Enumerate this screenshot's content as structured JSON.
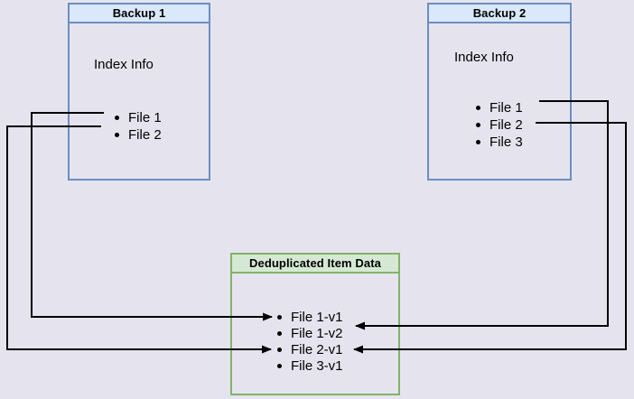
{
  "colors": {
    "bg": "#e5e4ee",
    "blue-border": "#6c8ebf",
    "blue-header": "#dae8fc",
    "green-border": "#82b366",
    "green-header": "#d5e8d4",
    "line": "#000000"
  },
  "backup1": {
    "title": "Backup 1",
    "subtitle": "Index Info",
    "files": [
      "File 1",
      "File 2"
    ]
  },
  "backup2": {
    "title": "Backup 2",
    "subtitle": "Index Info",
    "files": [
      "File 1",
      "File 2",
      "File 3"
    ]
  },
  "dedup": {
    "title": "Deduplicated Item Data",
    "items": [
      "File 1-v1",
      "File 1-v2",
      "File 2-v1",
      "File 3-v1"
    ]
  },
  "connections": [
    {
      "from": "Backup 1 / File 1",
      "to": "File 1-v1"
    },
    {
      "from": "Backup 1 / File 2",
      "to": "File 2-v1"
    },
    {
      "from": "Backup 2 / File 1",
      "to": "File 1-v2"
    },
    {
      "from": "Backup 2 / File 2",
      "to": "File 2-v1"
    }
  ]
}
